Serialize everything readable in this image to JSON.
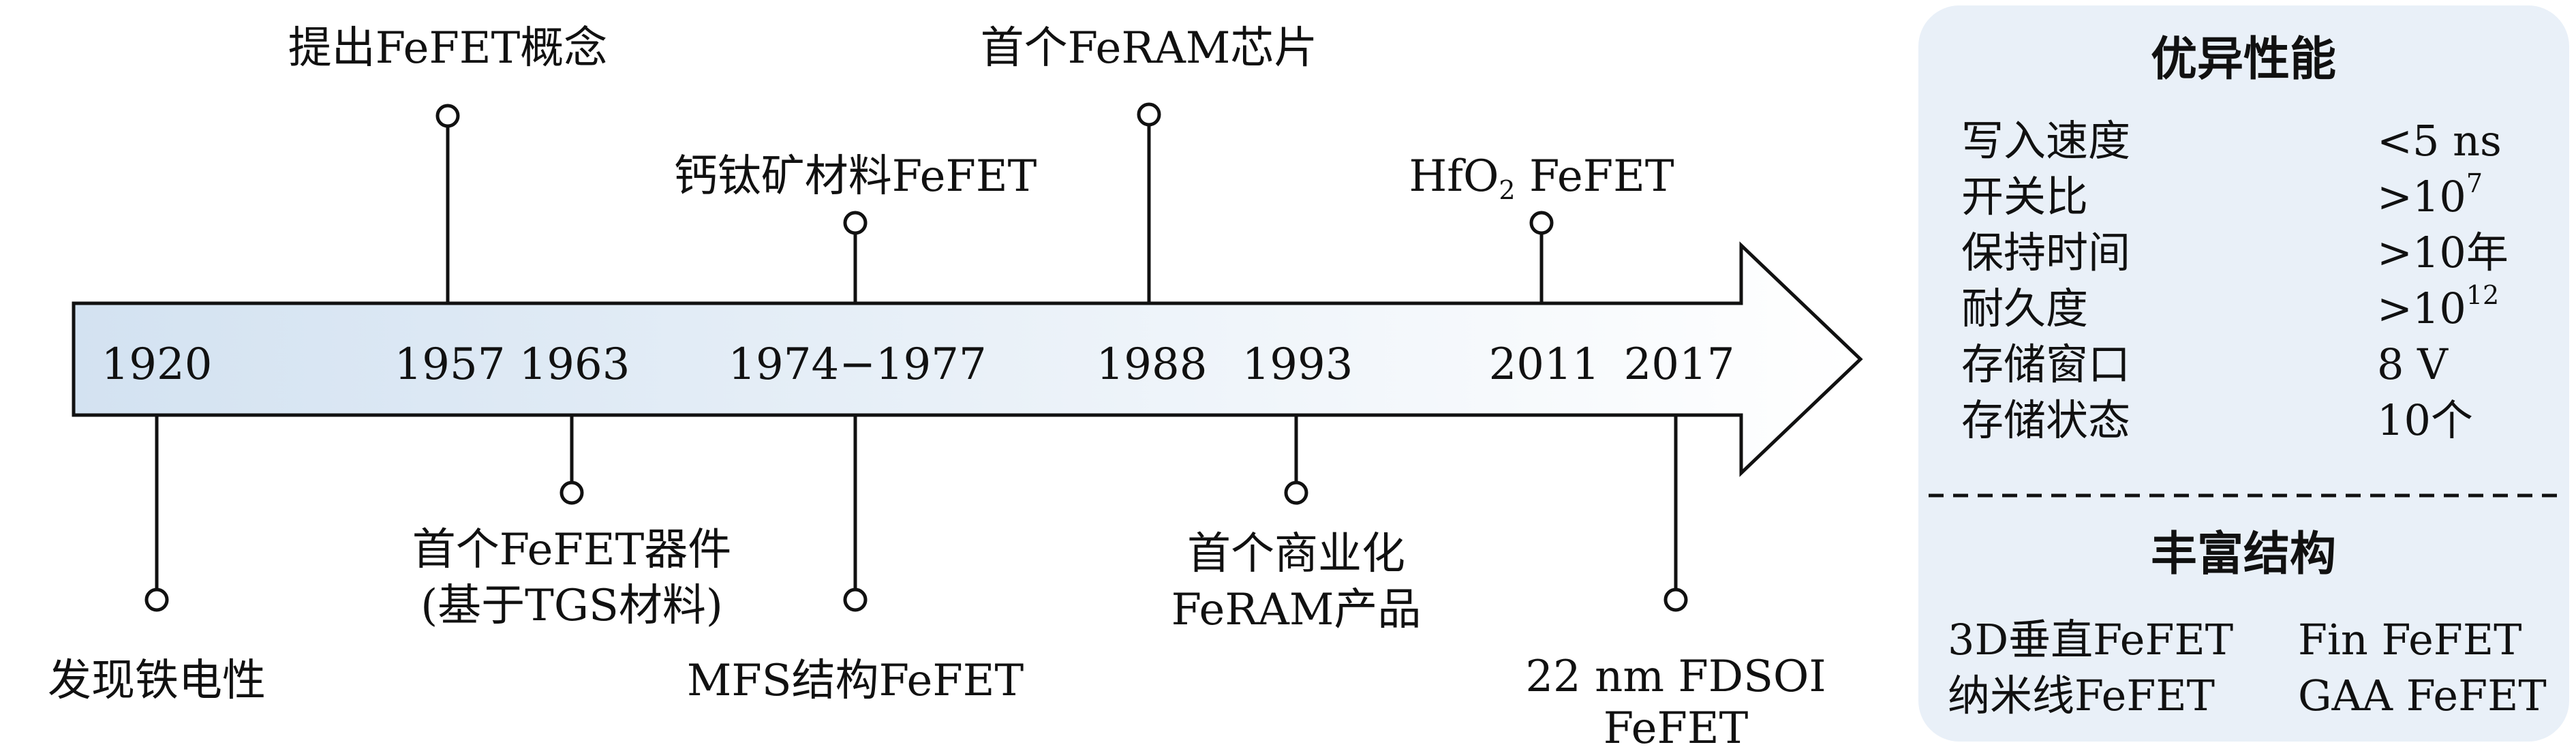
{
  "timeline": {
    "years": [
      "1920",
      "1957",
      "1963",
      "1974−1977",
      "1988",
      "1993",
      "2011",
      "2017"
    ],
    "events": {
      "e1920": "发现铁电性",
      "e1957": "提出FeFET概念",
      "e1963_line1": "首个FeFET器件",
      "e1963_line2": "(基于TGS材料)",
      "e1974_top": "钙钛矿材料FeFET",
      "e1974_bottom": "MFS结构FeFET",
      "e1988": "首个FeRAM芯片",
      "e1993_line1": "首个商业化",
      "e1993_line2": "FeRAM产品",
      "e2011_prefix": "HfO",
      "e2011_sub": "2",
      "e2011_suffix": " FeFET",
      "e2017_line1": "22 nm FDSOI",
      "e2017_line2": "FeFET"
    }
  },
  "panel": {
    "perf_title": "优异性能",
    "metrics": [
      {
        "name": "写入速度",
        "value": "<5 ns"
      },
      {
        "name": "开关比",
        "value": ">10",
        "sup": "7"
      },
      {
        "name": "保持时间",
        "value": ">10年"
      },
      {
        "name": "耐久度",
        "value": ">10",
        "sup": "12"
      },
      {
        "name": "存储窗口",
        "value": "8 V"
      },
      {
        "name": "存储状态",
        "value": "10个"
      }
    ],
    "struct_title": "丰富结构",
    "structures": [
      [
        "3D垂直FeFET",
        "Fin FeFET"
      ],
      [
        "纳米线FeFET",
        "GAA FeFET"
      ]
    ]
  },
  "colors": {
    "arrow_start": "#d3e2f1",
    "arrow_end": "#ffffff",
    "panel_bg": "#e9f0f8",
    "line": "#111111"
  }
}
